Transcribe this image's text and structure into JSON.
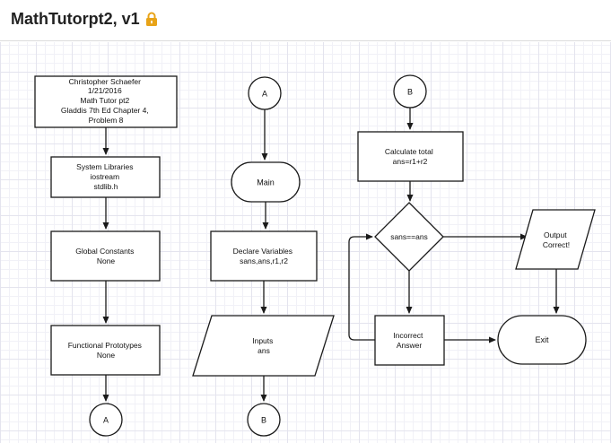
{
  "app": {
    "title": "MathTutorpt2, v1",
    "lock_icon": "lock-icon",
    "lock_color": "#e8a317"
  },
  "nodes": {
    "header_block": {
      "lines": [
        "Christopher Schaefer",
        "1/21/2016",
        "Math Tutor pt2",
        "Gladdis 7th Ed Chapter 4,",
        "Problem 8"
      ]
    },
    "system_libraries": {
      "lines": [
        "System Libraries",
        "iostream",
        "stdlib.h"
      ]
    },
    "global_constants": {
      "lines": [
        "Global Constants",
        "None"
      ]
    },
    "functional_prototypes": {
      "lines": [
        "Functional Prototypes",
        "None"
      ]
    },
    "connector_a_bottom": {
      "label": "A"
    },
    "connector_a_top": {
      "label": "A"
    },
    "main": {
      "label": "Main"
    },
    "declare_variables": {
      "lines": [
        "Declare Variables",
        "sans,ans,r1,r2"
      ]
    },
    "inputs": {
      "lines": [
        "Inputs",
        "ans"
      ]
    },
    "connector_b_bottom": {
      "label": "B"
    },
    "connector_b_top": {
      "label": "B"
    },
    "calculate_total": {
      "lines": [
        "Calculate total",
        "ans=r1+r2"
      ]
    },
    "decision": {
      "label": "sans==ans"
    },
    "output_correct": {
      "lines": [
        "Output",
        "Correct!"
      ]
    },
    "incorrect_answer": {
      "lines": [
        "Incorrect",
        "Answer"
      ]
    },
    "exit": {
      "label": "Exit"
    }
  }
}
